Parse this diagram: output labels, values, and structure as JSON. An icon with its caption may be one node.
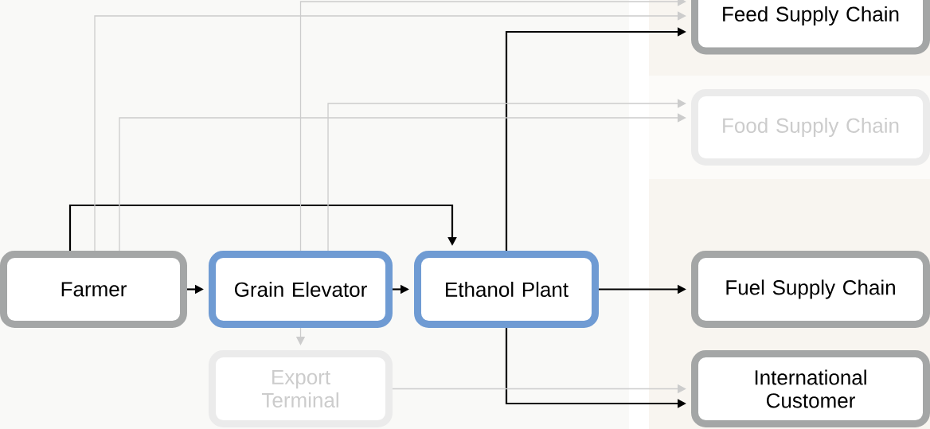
{
  "diagram": {
    "nodes": [
      {
        "text": [
          "Feed Supply Chain"
        ]
      },
      {
        "text": [
          "Food Supply Chain"
        ]
      },
      {
        "text": [
          "Farmer"
        ]
      },
      {
        "text": [
          "Grain Elevator"
        ]
      },
      {
        "text": [
          "Ethanol Plant"
        ]
      },
      {
        "text": [
          "Fuel Supply Chain"
        ]
      },
      {
        "text": [
          "Export Terminal"
        ]
      },
      {
        "text": [
          "International Customer"
        ]
      }
    ],
    "edges": [
      {
        "from": 2,
        "to": 3,
        "arrow": "to"
      },
      {
        "from": 3,
        "to": 4,
        "arrow": "to"
      },
      {
        "from": 2,
        "to": 4,
        "arrow": "to"
      },
      {
        "from": 4,
        "to": 0,
        "arrow": "to"
      },
      {
        "from": 4,
        "to": 5,
        "arrow": "to"
      },
      {
        "from": 4,
        "to": 7,
        "arrow": "to"
      },
      {
        "from": 2,
        "to": 0,
        "arrow": "to",
        "color": "#cccccc"
      },
      {
        "from": 2,
        "to": 1,
        "arrow": "to",
        "color": "#cccccc"
      },
      {
        "from": 3,
        "to": 1,
        "arrow": "to",
        "color": "#cccccc"
      },
      {
        "from": 3,
        "to": 0,
        "arrow": "to",
        "color": "#cccccc"
      },
      {
        "from": 3,
        "to": 6,
        "arrow": "to",
        "color": "#cccccc"
      },
      {
        "from": 6,
        "to": 7,
        "arrow": "to",
        "color": "#cccccc"
      }
    ]
  }
}
